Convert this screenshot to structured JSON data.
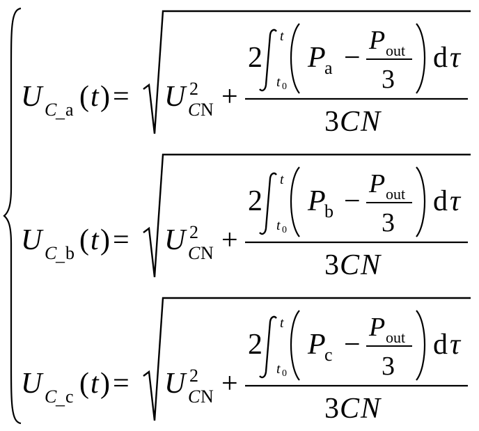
{
  "equations": [
    {
      "lhs": {
        "main": "U",
        "sub_var": "C",
        "sub_sep": "_",
        "sub_phase": "a",
        "arg_open": "(",
        "arg": "t",
        "arg_close": ")"
      },
      "eq": "=",
      "u2": {
        "main": "U",
        "sub_var": "C",
        "sub_tag": "N",
        "sup": "2"
      },
      "plus": "+",
      "num": {
        "coef": "2",
        "lower": "t",
        "lower_sub": "0",
        "upper": "t",
        "p_main": "P",
        "p_sub": "a",
        "minus": "−",
        "frac_num_main": "P",
        "frac_num_sub": "out",
        "frac_den": "3",
        "d": "d",
        "tau": "τ"
      },
      "den": {
        "coef": "3",
        "c": "C",
        "n": "N"
      }
    },
    {
      "lhs": {
        "main": "U",
        "sub_var": "C",
        "sub_sep": "_",
        "sub_phase": "b",
        "arg_open": "(",
        "arg": "t",
        "arg_close": ")"
      },
      "eq": "=",
      "u2": {
        "main": "U",
        "sub_var": "C",
        "sub_tag": "N",
        "sup": "2"
      },
      "plus": "+",
      "num": {
        "coef": "2",
        "lower": "t",
        "lower_sub": "0",
        "upper": "t",
        "p_main": "P",
        "p_sub": "b",
        "minus": "−",
        "frac_num_main": "P",
        "frac_num_sub": "out",
        "frac_den": "3",
        "d": "d",
        "tau": "τ"
      },
      "den": {
        "coef": "3",
        "c": "C",
        "n": "N"
      }
    },
    {
      "lhs": {
        "main": "U",
        "sub_var": "C",
        "sub_sep": "_",
        "sub_phase": "c",
        "arg_open": "(",
        "arg": "t",
        "arg_close": ")"
      },
      "eq": "=",
      "u2": {
        "main": "U",
        "sub_var": "C",
        "sub_tag": "N",
        "sup": "2"
      },
      "plus": "+",
      "num": {
        "coef": "2",
        "lower": "t",
        "lower_sub": "0",
        "upper": "t",
        "p_main": "P",
        "p_sub": "c",
        "minus": "−",
        "frac_num_main": "P",
        "frac_num_sub": "out",
        "frac_den": "3",
        "d": "d",
        "tau": "τ"
      },
      "den": {
        "coef": "3",
        "c": "C",
        "n": "N"
      }
    }
  ]
}
